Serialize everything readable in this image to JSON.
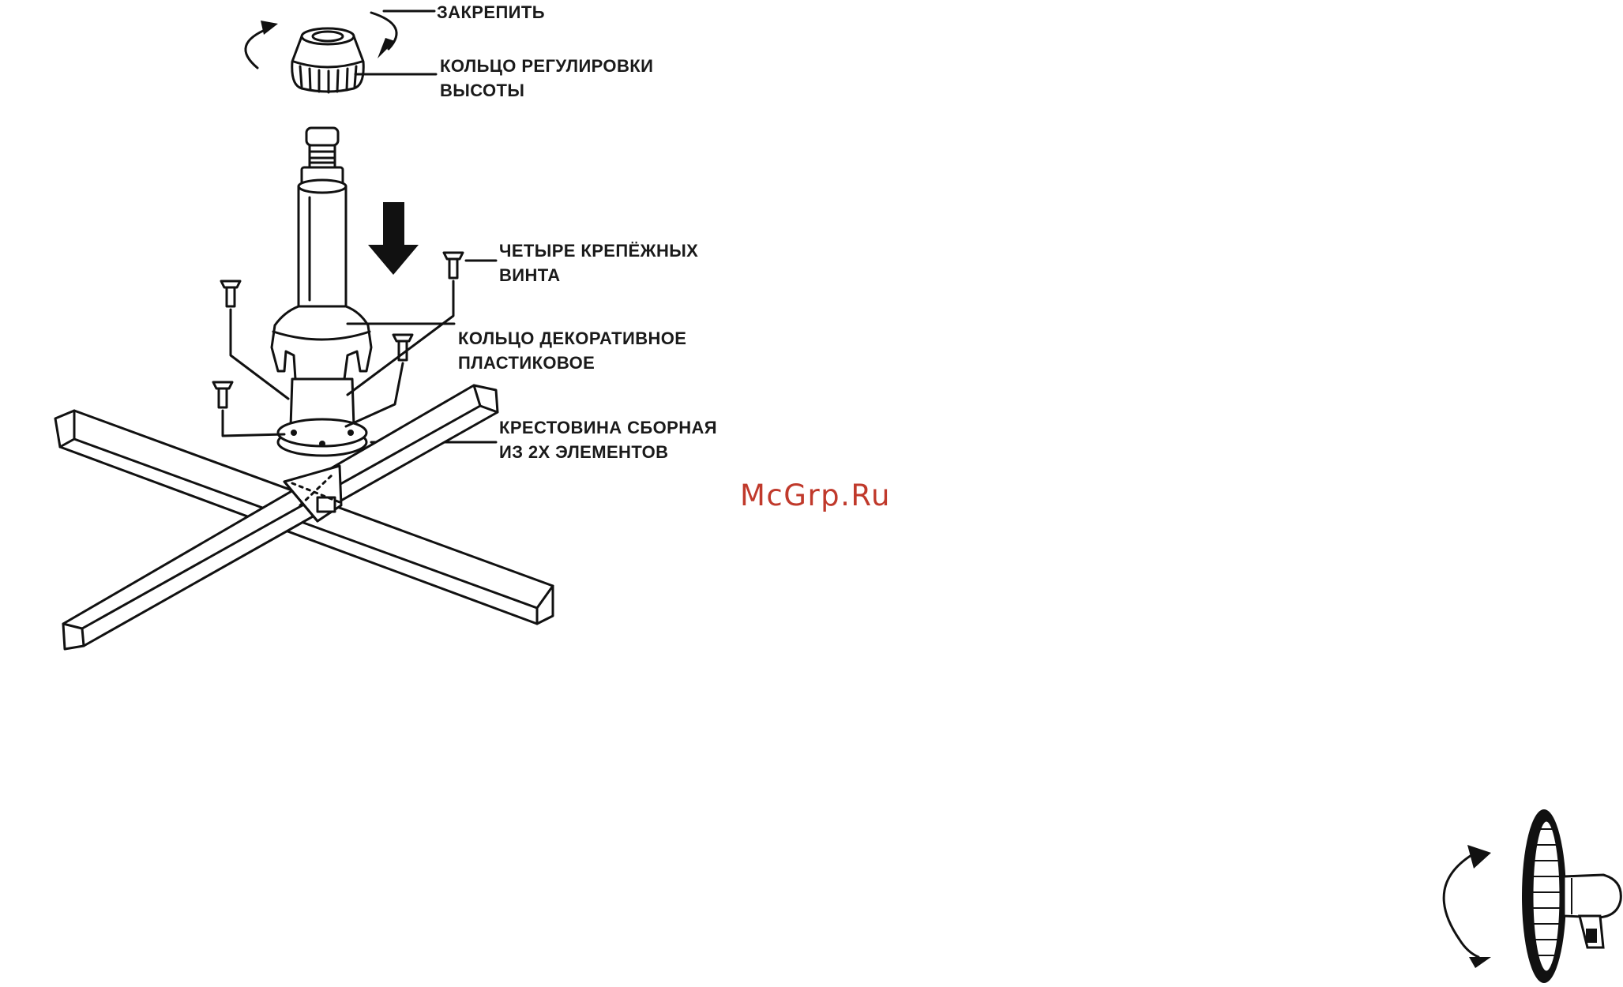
{
  "labels": {
    "tighten": "ЗАКРЕПИТЬ",
    "height_ring_line1": "КОЛЬЦО РЕГУЛИРОВКИ",
    "height_ring_line2": "ВЫСОТЫ",
    "screws_line1": "ЧЕТЫРЕ КРЕПЁЖНЫХ",
    "screws_line2": "ВИНТА",
    "decor_ring_line1": "КОЛЬЦО ДЕКОРАТИВНОЕ",
    "decor_ring_line2": "ПЛАСТИКОВОЕ",
    "cross_base_line1": "КРЕСТОВИНА СБОРНАЯ",
    "cross_base_line2": "ИЗ 2Х ЭЛЕМЕНТОВ"
  },
  "watermark": {
    "text": "McGrp.Ru",
    "color": "#c0392b"
  },
  "colors": {
    "ink": "#111111",
    "background": "#ffffff"
  }
}
